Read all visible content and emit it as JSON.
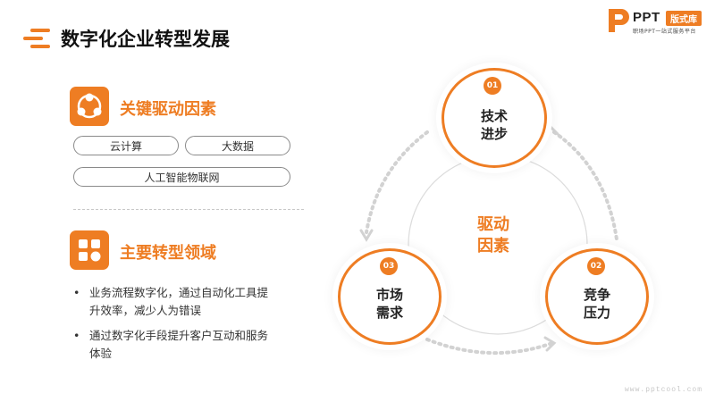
{
  "header": {
    "title": "数字化企业转型发展"
  },
  "logo": {
    "text": "PPT",
    "badge": "版式库",
    "tagline": "职场PPT一站式服务平台"
  },
  "drivers": {
    "title": "关键驱动因素",
    "icon": "network-nodes-icon",
    "tags": [
      "云计算",
      "大数据",
      "人工智能物联网"
    ]
  },
  "areas": {
    "title": "主要转型领域",
    "icon": "grid-blocks-icon",
    "bullets": [
      "业务流程数字化，通过自动化工具提升效率，减少人为错误",
      "通过数字化手段提升客户互动和服务体验"
    ]
  },
  "diagram": {
    "center": "驱动\n因素",
    "nodes": [
      {
        "num": "01",
        "label": "技术\n进步"
      },
      {
        "num": "02",
        "label": "竞争\n压力"
      },
      {
        "num": "03",
        "label": "市场\n需求"
      }
    ]
  },
  "watermark": "www.pptcool.com",
  "colors": {
    "accent": "#ee7d23",
    "text": "#222222",
    "muted": "#8a8a8a"
  }
}
